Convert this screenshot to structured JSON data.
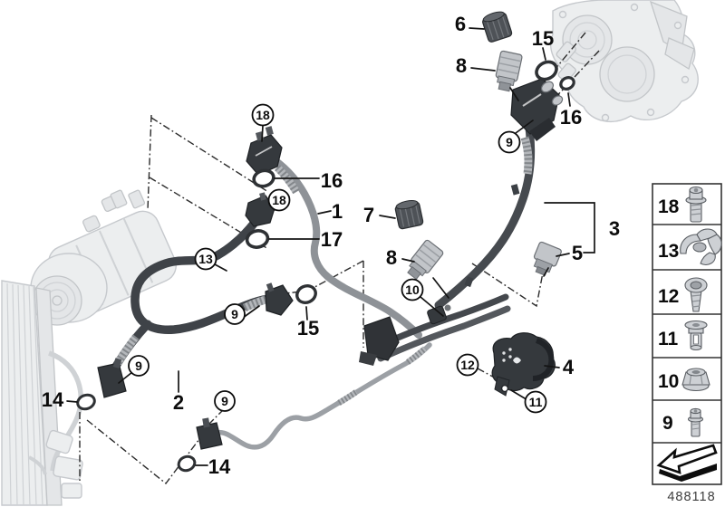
{
  "figure": {
    "drawing_number": "488118"
  },
  "diagram": {
    "plain_labels": [
      "6",
      "8",
      "15",
      "16",
      "16",
      "1",
      "17",
      "7",
      "8",
      "3",
      "5",
      "4",
      "2",
      "14",
      "15",
      "14"
    ],
    "circled_labels": [
      "18",
      "18",
      "13",
      "9",
      "9",
      "9",
      "9",
      "10",
      "12",
      "11"
    ],
    "part_icons": [
      "compressor-ghost",
      "engine-mount-ghost",
      "condenser-ghost",
      "suction-pipe",
      "pressure-pipe",
      "refrigerant-hose",
      "service-valve",
      "sealing-cap",
      "pressure-sensor",
      "o-ring",
      "holder-clamp"
    ]
  },
  "legend": {
    "items": [
      {
        "label": "18",
        "icon": "flange-bolt-icon"
      },
      {
        "label": "13",
        "icon": "spring-clip-icon"
      },
      {
        "label": "12",
        "icon": "washer-head-screw-icon"
      },
      {
        "label": "11",
        "icon": "expansion-nut-icon"
      },
      {
        "label": "10",
        "icon": "flange-nut-icon"
      },
      {
        "label": "9",
        "icon": "hex-bolt-icon"
      }
    ],
    "footer_icon": "direction-arrow-icon"
  },
  "colors": {
    "hose_dark": "#3f4348",
    "hose_medium": "#8e9297",
    "braid_light": "#b4b7bb",
    "ghost_part": "#c9ccd0",
    "callout_text": "#0c0c0c",
    "background": "#ffffff"
  }
}
